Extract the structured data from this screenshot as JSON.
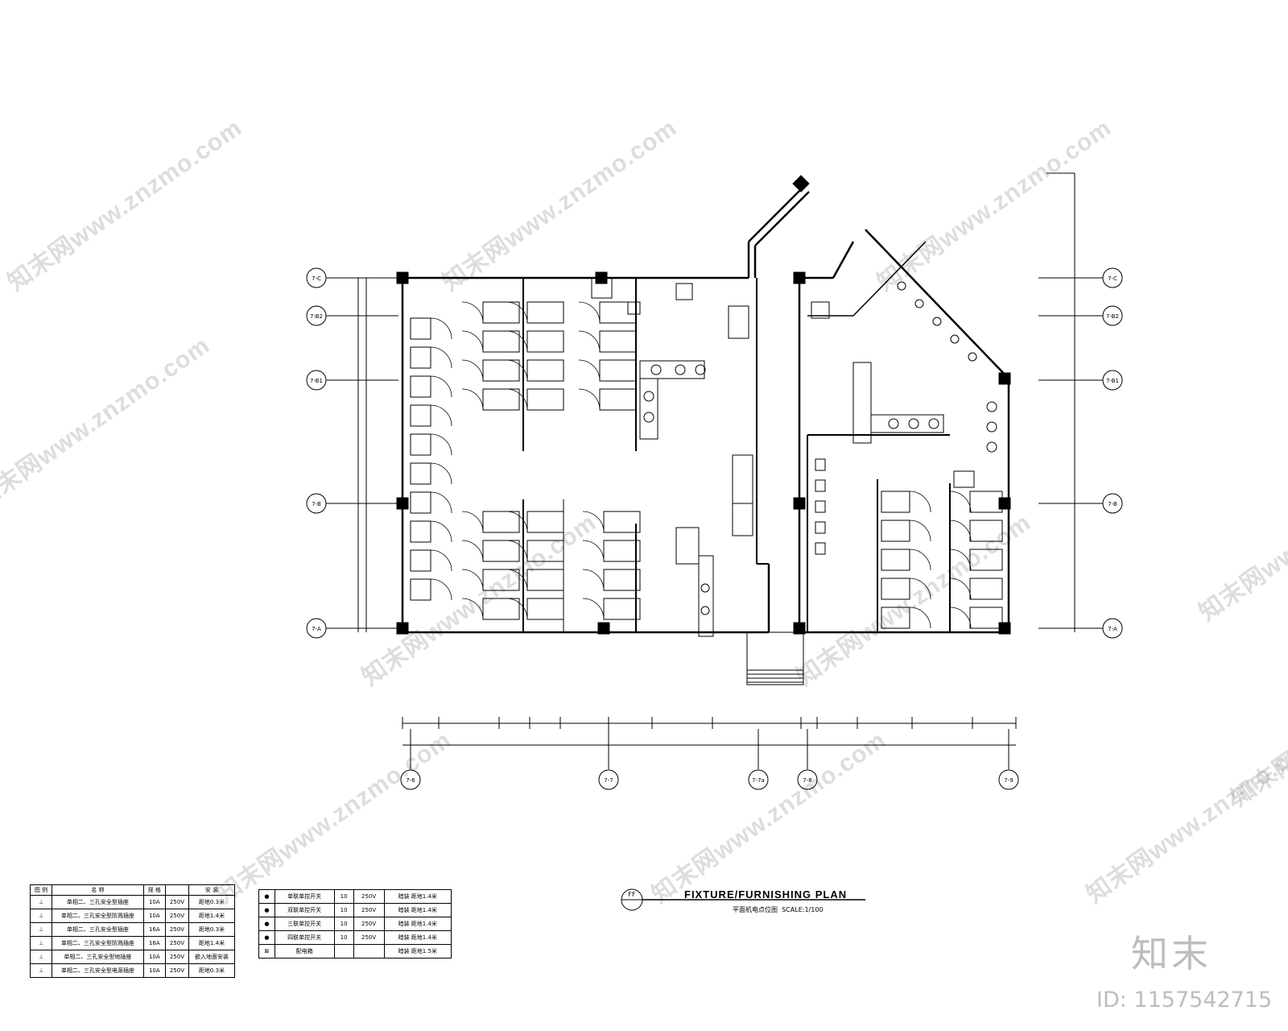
{
  "drawing": {
    "title": "FIXTURE/FURNISHING PLAN",
    "subtitle": "平面机电点位图",
    "scale": "SCALE:1/100",
    "section_tag": "FF"
  },
  "grid_rows": [
    "7-C",
    "7-B2",
    "7-B1",
    "7-B",
    "7-A"
  ],
  "grid_cols": [
    "7-6",
    "7-7",
    "7-7a",
    "7-8",
    "7-9"
  ],
  "watermark": "知末网www.znzmo.com",
  "logo": "知末",
  "image_id": "ID: 1157542715",
  "legend_table_1": {
    "headers": [
      "图 例",
      "名 称",
      "规 格",
      "安 装"
    ],
    "rows": [
      [
        "",
        "单相二、三孔安全型插座",
        "10A",
        "250V"
      ],
      [
        "",
        "单相二、三孔安全型防溅插座",
        "10A",
        "250V"
      ],
      [
        "",
        "单相二、三孔安全型插座",
        "16A",
        "250V"
      ],
      [
        "",
        "单相二、三孔安全型防溅插座",
        "16A",
        "250V"
      ],
      [
        "",
        "单相二、三孔安全型地插座",
        "10A",
        "250V"
      ],
      [
        "",
        "单相二、三孔安全型电源插座",
        "10A",
        "250V"
      ]
    ],
    "install": [
      "距地0.3米",
      "距地1.4米",
      "距地0.3米",
      "距地1.4米",
      "嵌入地面安装",
      "距地0.3米"
    ]
  },
  "legend_table_2": {
    "rows": [
      [
        "单联单控开关",
        "10",
        "250V",
        "暗装 距地1.4米"
      ],
      [
        "双联单控开关",
        "10",
        "250V",
        "暗装 距地1.4米"
      ],
      [
        "三联单控开关",
        "10",
        "250V",
        "暗装 距地1.4米"
      ],
      [
        "四联单控开关",
        "10",
        "250V",
        "暗装 距地1.4米"
      ],
      [
        "配电箱",
        "",
        "",
        "暗装 距地1.5米"
      ]
    ]
  }
}
